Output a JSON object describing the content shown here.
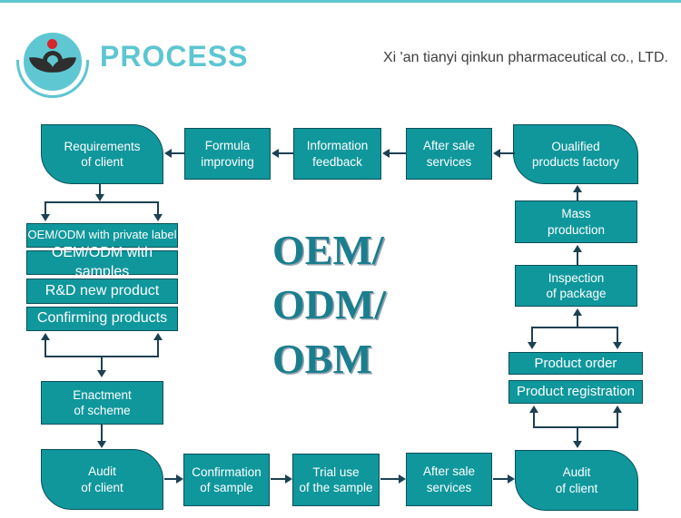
{
  "header": {
    "brand": "PROCESS",
    "company": "Xi 'an tianyi qinkun pharmaceutical co., LTD."
  },
  "center": {
    "line1": "OEM/",
    "line2": "ODM/",
    "line3": "OBM"
  },
  "nodes": {
    "requirements": "Requirements\nof client",
    "formula": "Formula\nimproving",
    "information": "Information\nfeedback",
    "after_sale_top": "After sale\nservices",
    "qualified": "Oualified\nproducts factory",
    "oem_private": "OEM/ODM with private label",
    "oem_samples": "OEM/ODM with samples",
    "rd_product": "R&D new product",
    "confirming": "Confirming products",
    "enactment": "Enactment\nof scheme",
    "audit_left": "Audit\nof client",
    "confirmation": "Confirmation\nof sample",
    "trial": "Trial use\nof the sample",
    "after_sale_bottom": "After sale\nservices",
    "audit_right": "Audit\nof client",
    "mass": "Mass\nproduction",
    "inspection": "Inspection\nof package",
    "product_order": "Product order",
    "product_registration": "Product registration"
  },
  "colors": {
    "box_fill": "#0f979c",
    "box_border": "#0a4f5a",
    "arrow": "#1c4152",
    "accent": "#5cc6d1",
    "center_text": "#1b7e8e",
    "logo_dot": "#d4262b"
  }
}
